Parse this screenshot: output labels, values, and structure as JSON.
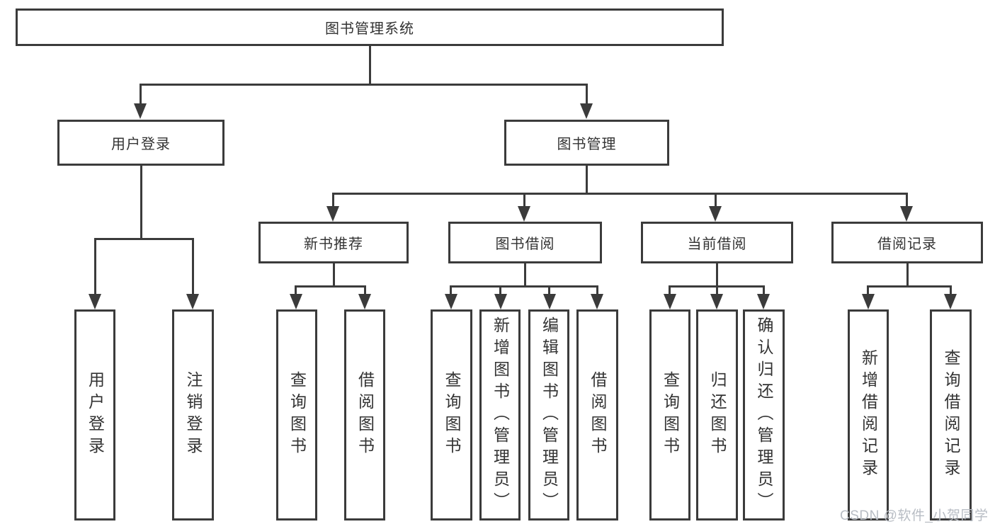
{
  "colors": {
    "line": "#3b3b3b",
    "text": "#333333",
    "background": "#ffffff",
    "watermark": "#b8bdc4"
  },
  "watermark": {
    "text": "CSDN @软件_小贺同学"
  },
  "tree": {
    "root": {
      "label": "图书管理系统"
    },
    "branches": [
      {
        "label": "用户登录",
        "children": [
          {
            "label": "用户登录"
          },
          {
            "label": "注销登录"
          }
        ]
      },
      {
        "label": "图书管理",
        "sections": [
          {
            "label": "新书推荐",
            "children": [
              {
                "label": "查询图书"
              },
              {
                "label": "借阅图书"
              }
            ]
          },
          {
            "label": "图书借阅",
            "children": [
              {
                "label": "查询图书"
              },
              {
                "label": "新增图书（管理员）"
              },
              {
                "label": "编辑图书（管理员）"
              },
              {
                "label": "借阅图书"
              }
            ]
          },
          {
            "label": "当前借阅",
            "children": [
              {
                "label": "查询图书"
              },
              {
                "label": "归还图书"
              },
              {
                "label": "确认归还（管理员）"
              }
            ]
          },
          {
            "label": "借阅记录",
            "children": [
              {
                "label": "新增借阅记录"
              },
              {
                "label": "查询借阅记录"
              }
            ]
          }
        ]
      }
    ]
  }
}
